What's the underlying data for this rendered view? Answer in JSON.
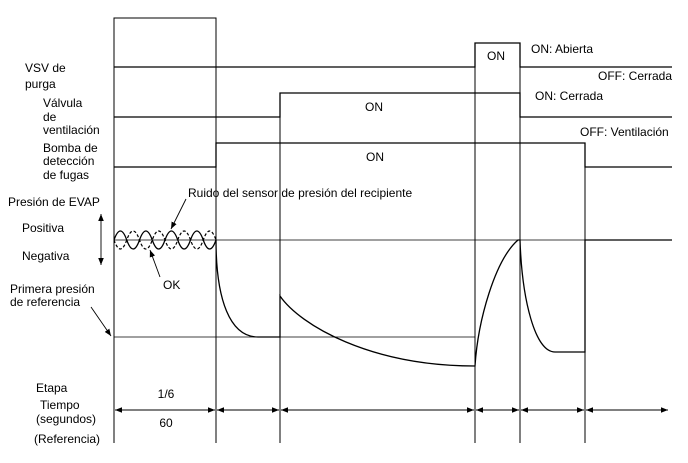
{
  "signals": {
    "vsv_purga": {
      "label_lines": [
        "VSV de",
        "purga"
      ],
      "on_label": "ON",
      "state_on": "ON: Abierta",
      "state_off": "OFF: Cerrada"
    },
    "valvula_ventilacion": {
      "label_lines": [
        "Válvula",
        "de",
        "ventilación"
      ],
      "on_label": "ON",
      "state_on": "ON: Cerrada",
      "state_off": "OFF: Ventilación"
    },
    "bomba_deteccion": {
      "label_lines": [
        "Bomba de",
        "detección",
        "de fugas"
      ],
      "on_label": "ON"
    }
  },
  "pressure": {
    "title": "Presión de EVAP",
    "positive": "Positiva",
    "negative": "Negativa",
    "reference_lines": [
      "Primera presión",
      "de referencia"
    ],
    "noise_label": "Ruido del sensor de presión del recipiente",
    "ok_label": "OK"
  },
  "timeline": {
    "stage_label": "Etapa",
    "time_label_lines": [
      "Tiempo",
      "(segundos)"
    ],
    "reference_label": "(Referencia)",
    "first_stage": {
      "stage": "1/6",
      "time": "60"
    }
  },
  "colors": {
    "line": "#000000",
    "background": "#ffffff"
  }
}
